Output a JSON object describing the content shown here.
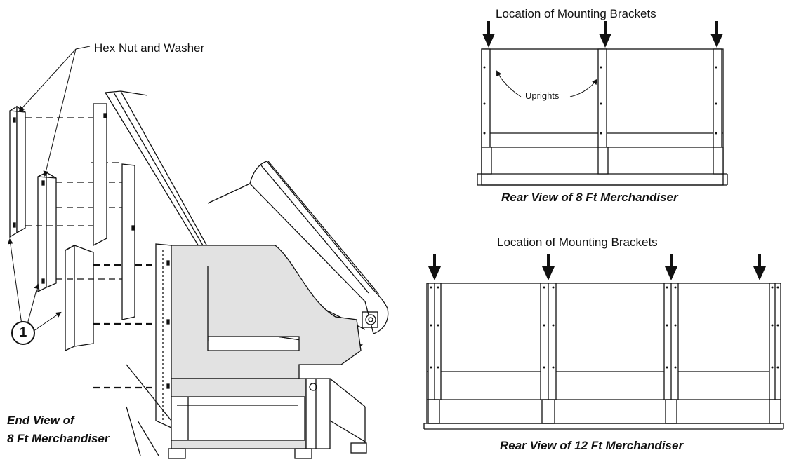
{
  "labels": {
    "hex_nut": "Hex Nut and Washer",
    "callout_number": "1",
    "end_view_line1": "End View of",
    "end_view_line2": "8  Ft Merchandiser",
    "top_brackets": "Location of Mounting Brackets",
    "uprights": "Uprights",
    "rear_8ft": "Rear View of  8 Ft Merchandiser",
    "bottom_brackets": "Location of Mounting Brackets",
    "rear_12ft": "Rear View of 12 Ft Merchandiser"
  },
  "colors": {
    "line": "#111111",
    "shade": "#e2e2e2",
    "background": "#ffffff"
  }
}
